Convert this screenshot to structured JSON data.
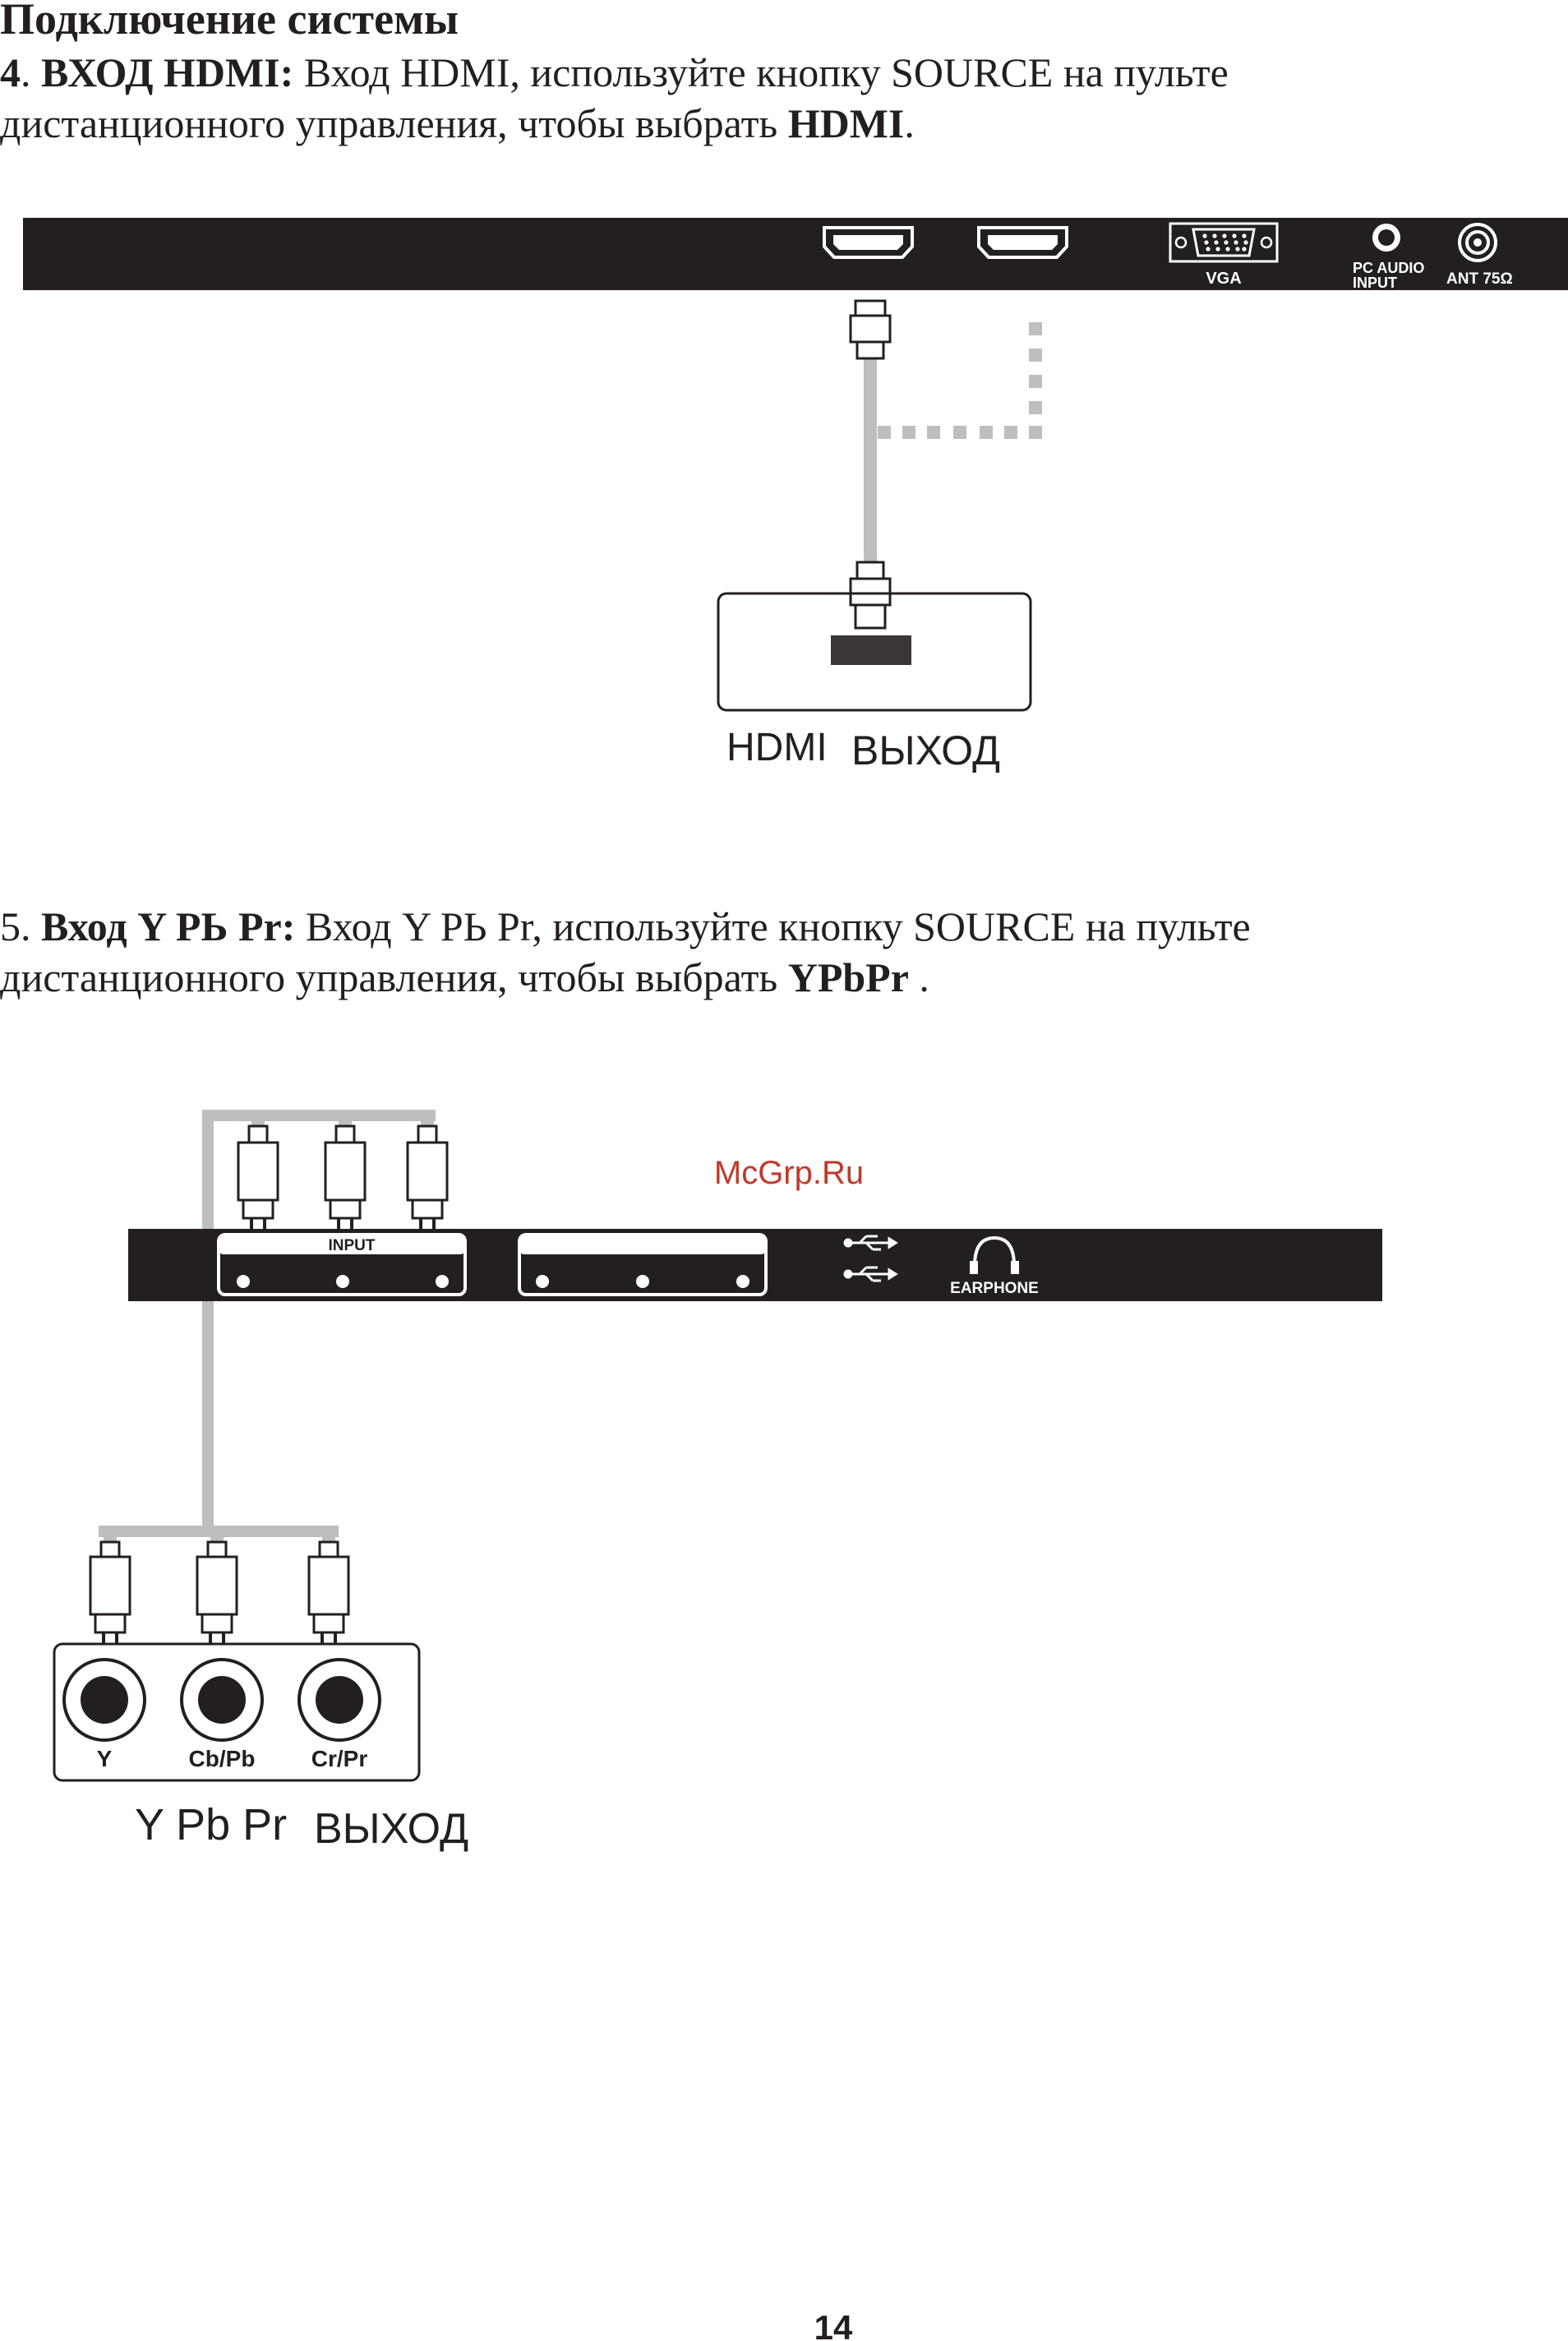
{
  "section_title": "Подключение системы",
  "hdmi_section": {
    "number": "4",
    "sep": ".",
    "bold_label": "ВХОД HDMI:",
    "text_line1": " Вход HDMI, используйте кнопку SOURCE на пульте",
    "text_line2": "дистанционного управления, чтобы выбрать ",
    "bold_end": "HDMI",
    "end": "."
  },
  "ypbpr_section": {
    "number": "5.",
    "bold_label": "Вход Y РЬ Pr:",
    "text_line1": " Вход Y РЬ Pr, используйте кнопку SOURCE на пульте",
    "text_line2": "дистанционного управления, чтобы выбрать ",
    "bold_end": "YPbPr",
    "end": " ."
  },
  "diagram1": {
    "vga_label": "VGA",
    "pc_audio_label_1": "PC AUDIO",
    "pc_audio_label_2": "INPUT",
    "ant_label": "ANT 75Ω",
    "output_label_1": "HDMI",
    "output_label_2": "ВЫХОД"
  },
  "diagram2": {
    "input_label": "INPUT",
    "earphone_label": "EARPHONE",
    "watermark": "McGrp.Ru",
    "jack_labels": [
      "Y",
      "Cb/Pb",
      "Cr/Pr"
    ],
    "output_label_1": "Y Pb Pr",
    "output_label_2": "ВЫХОД"
  },
  "page_number": "14",
  "colors": {
    "panel": "#231f20",
    "cable": "#bcbec0",
    "text": "#231f20",
    "watermark": "#c0392b"
  }
}
